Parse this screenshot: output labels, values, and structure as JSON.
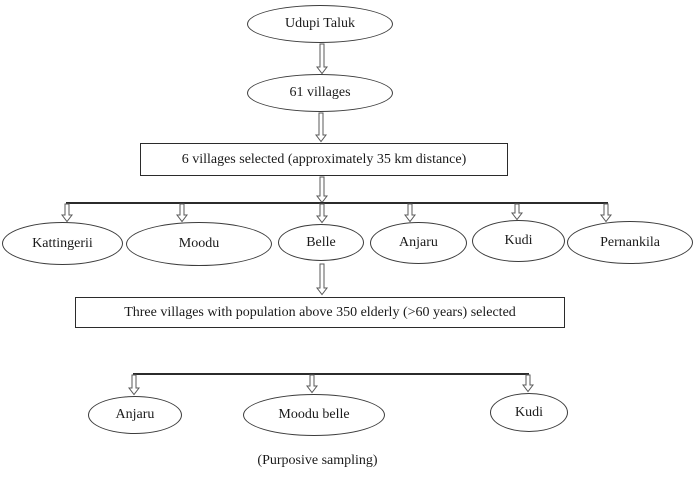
{
  "flowchart": {
    "nodes": {
      "taluk": "Udupi Taluk",
      "villages_count": "61 villages",
      "selection_step1": "6 villages selected (approximately 35 km distance)",
      "village_row": [
        "Kattingerii",
        "Moodu",
        "Belle",
        "Anjaru",
        "Kudi",
        "Pernankila"
      ],
      "selection_step2": "Three villages with population above 350 elderly (>60 years) selected",
      "selected_row": [
        "Anjaru",
        "Moodu belle",
        "Kudi"
      ],
      "caption": "(Purposive sampling)"
    },
    "colors": {
      "line": "#2b2b2b",
      "arrow_outline": "#5a5a5a",
      "node_border": "#3c3c3c",
      "text": "#1a1a1a",
      "background": "#ffffff"
    }
  }
}
